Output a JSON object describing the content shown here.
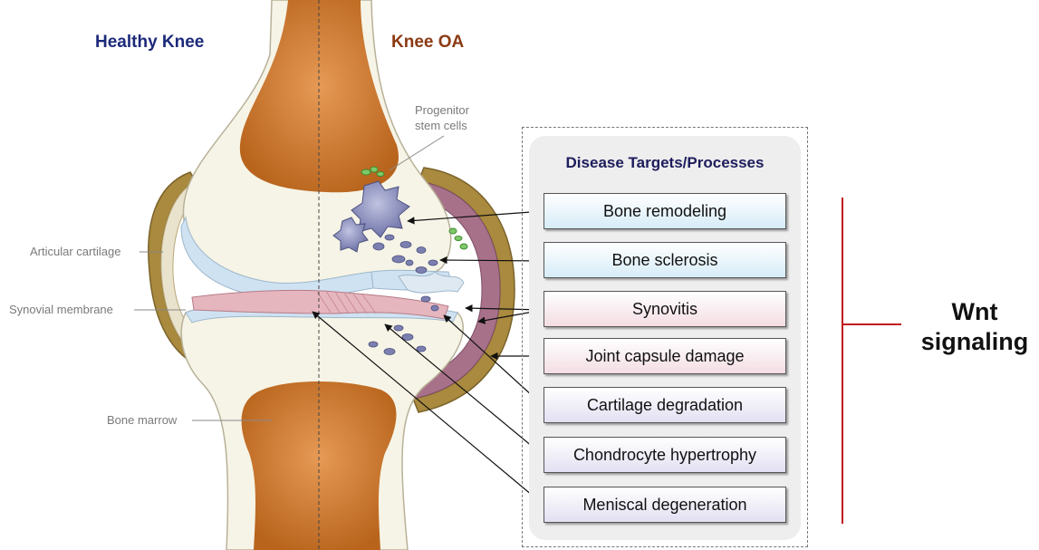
{
  "headers": {
    "healthy": "Healthy  Knee",
    "oa": "Knee OA",
    "healthy_color": "#1c2a7a",
    "oa_color": "#8b3a12"
  },
  "labels": {
    "progenitor_line1": "Progenitor",
    "progenitor_line2": "stem cells",
    "articular_cartilage": "Articular cartilage",
    "synovial_membrane": "Synovial membrane",
    "bone_marrow": "Bone marrow"
  },
  "panel": {
    "title": "Disease Targets/Processes",
    "items": [
      {
        "label": "Bone remodeling",
        "tint": "blue"
      },
      {
        "label": "Bone sclerosis",
        "tint": "blue"
      },
      {
        "label": "Synovitis",
        "tint": "pink"
      },
      {
        "label": "Joint capsule damage",
        "tint": "pink"
      },
      {
        "label": "Cartilage degradation",
        "tint": "lav"
      },
      {
        "label": "Chondrocyte hypertrophy",
        "tint": "lav"
      },
      {
        "label": "Meniscal degeneration",
        "tint": "lav"
      }
    ]
  },
  "wnt": {
    "line1": "Wnt",
    "line2": "signaling",
    "bracket_color": "#c0161e"
  },
  "colors": {
    "bone_marrow": "#cd7a2e",
    "bone": "#f6f4e6",
    "capsule": "#a98a3e",
    "synovium": "#a8718a",
    "cartilage": "#cfe2f2",
    "meniscus": "#e6b6bf",
    "osteoclast": "#8a8fc0",
    "progenitor": "#7ec86a"
  }
}
